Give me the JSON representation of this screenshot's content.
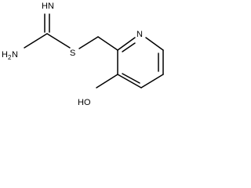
{
  "atoms": {
    "imine_h": "H",
    "imine_n": "N",
    "amine_h2": "H",
    "amine_h2_count": "2",
    "amine_n": "N",
    "sulfur": "S",
    "ring_n": "N",
    "hydroxyl": "HO"
  }
}
